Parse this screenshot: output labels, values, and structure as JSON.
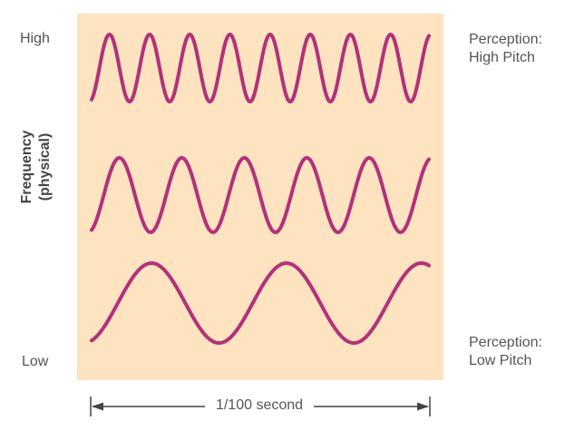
{
  "labels": {
    "high": "High",
    "low": "Low",
    "y_axis_line1": "Frequency",
    "y_axis_line2": "(physical)",
    "perception_high_line1": "Perception:",
    "perception_high_line2": "High Pitch",
    "perception_low_line1": "Perception:",
    "perception_low_line2": "Low Pitch",
    "time_span": "1/100 second"
  },
  "waves": [
    {
      "name": "high-frequency-wave",
      "cycles": 8.4
    },
    {
      "name": "medium-frequency-wave",
      "cycles": 5.4
    },
    {
      "name": "low-frequency-wave",
      "cycles": 2.5
    }
  ],
  "colors": {
    "panel": "#fde3bf",
    "wave": "#b3317a",
    "text": "#555555",
    "axis_title": "#444444"
  }
}
